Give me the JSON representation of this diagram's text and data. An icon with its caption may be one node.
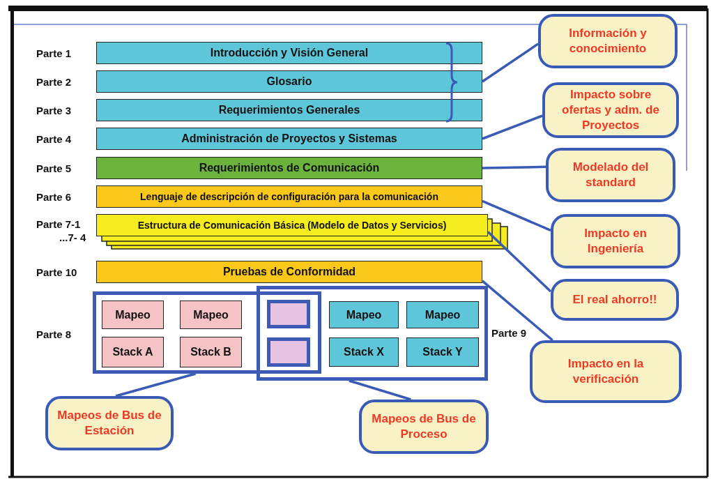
{
  "diagram": {
    "nodes": [
      {
        "text": [
          "Introducción y Visión General"
        ],
        "beside": [
          "Parte 1"
        ]
      },
      {
        "text": [
          "Glosario"
        ],
        "beside": [
          "Parte 2"
        ]
      },
      {
        "text": [
          "Requerimientos Generales"
        ],
        "beside": [
          "Parte 3"
        ]
      },
      {
        "text": [
          "Administración de Proyectos y Sistemas"
        ],
        "beside": [
          "Parte 4"
        ]
      },
      {
        "text": [
          "Requerimientos de Comunicación"
        ],
        "beside": [
          "Parte 5"
        ]
      },
      {
        "text": [
          "Lenguaje de descripción de configuración para la comunicación"
        ],
        "beside": [
          "Parte 6"
        ]
      },
      {
        "text": [
          "Estructura de Comunicación Básica (Modelo de Datos y Servicios)"
        ],
        "beside": [
          "Parte 7-1",
          "...7- 4"
        ]
      },
      {
        "text": [
          "Pruebas de Conformidad"
        ],
        "beside": [
          "Parte 10"
        ]
      },
      {
        "text": [],
        "shape": "box",
        "beside": [
          "Parte 8"
        ]
      },
      {
        "text": [
          "Mapeo"
        ],
        "in": 8
      },
      {
        "text": [
          "Mapeo"
        ],
        "in": 8
      },
      {
        "text": [
          "Stack A"
        ],
        "in": 8
      },
      {
        "text": [
          "Stack B"
        ],
        "in": 8
      },
      {
        "text": [],
        "shape": "box"
      },
      {
        "text": [],
        "shape": "box"
      },
      {
        "text": [],
        "shape": "box",
        "beside": [
          "Parte 9"
        ]
      },
      {
        "text": [
          "Mapeo"
        ],
        "in": 15
      },
      {
        "text": [
          "Mapeo"
        ],
        "in": 15
      },
      {
        "text": [
          "Stack X"
        ],
        "in": 15
      },
      {
        "text": [
          "Stack Y"
        ],
        "in": 15
      },
      {
        "text": [
          "Información y conocimiento"
        ]
      },
      {
        "text": [
          "Impacto sobre ofertas y adm. de Proyectos"
        ]
      },
      {
        "text": [
          "Modelado del standard"
        ]
      },
      {
        "text": [
          "Impacto en Ingeniería"
        ]
      },
      {
        "text": [
          "El real ahorro!!"
        ]
      },
      {
        "text": [
          "Impacto en la verificación"
        ]
      },
      {
        "text": [
          "Mapeos de Bus de Estación"
        ]
      },
      {
        "text": [
          "Mapeos de Bus de Proceso"
        ]
      }
    ],
    "edges": [
      {
        "from": 20,
        "to": 1,
        "arrow": "none"
      },
      {
        "from": 21,
        "to": 3,
        "arrow": "none"
      },
      {
        "from": 22,
        "to": 4,
        "arrow": "none"
      },
      {
        "from": 23,
        "to": 5,
        "arrow": "none"
      },
      {
        "from": 24,
        "to": 6,
        "arrow": "none"
      },
      {
        "from": 25,
        "to": 7,
        "arrow": "none"
      },
      {
        "from": 26,
        "to": 8,
        "arrow": "none"
      },
      {
        "from": 27,
        "to": 15,
        "arrow": "none"
      }
    ]
  }
}
